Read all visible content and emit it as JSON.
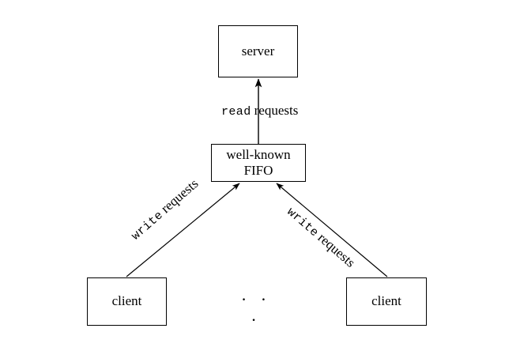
{
  "diagram": {
    "title": "client-server FIFO diagram",
    "background_color": "#ffffff",
    "line_color": "#000000",
    "nodes": {
      "server": {
        "label": "server"
      },
      "fifo": {
        "label_line1": "well-known",
        "label_line2": "FIFO"
      },
      "client_left": {
        "label": "client"
      },
      "client_right": {
        "label": "client"
      }
    },
    "ellipsis": "· · ·",
    "edges": {
      "read": {
        "label_mono": "read",
        "label_serif": "requests",
        "direction": "fifo-to-server"
      },
      "write_left": {
        "label_mono": "write",
        "label_serif": "requests",
        "direction": "client-left-to-fifo"
      },
      "write_right": {
        "label_mono": "write",
        "label_serif": "requests",
        "direction": "client-right-to-fifo"
      }
    }
  }
}
